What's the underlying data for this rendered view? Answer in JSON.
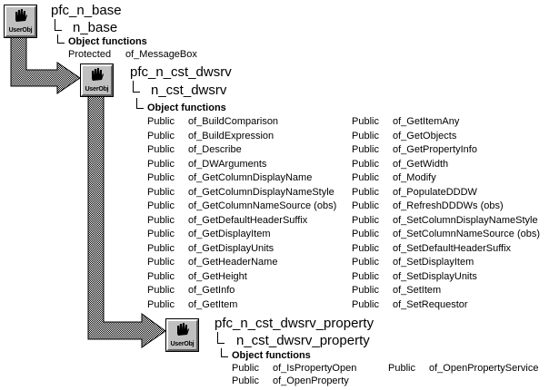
{
  "diagram": {
    "icon_caption": "UserObj",
    "section_header": "Object functions",
    "pattern_color": "#000000",
    "pattern_background": "#ffffff",
    "nodes": [
      {
        "pfc_name": "pfc_n_base",
        "ext_name": "n_base",
        "functions": [
          {
            "scope": "Protected",
            "name": "of_MessageBox"
          }
        ]
      },
      {
        "pfc_name": "pfc_n_cst_dwsrv",
        "ext_name": "n_cst_dwsrv",
        "functions_left": [
          {
            "scope": "Public",
            "name": "of_BuildComparison"
          },
          {
            "scope": "Public",
            "name": "of_BuildExpression"
          },
          {
            "scope": "Public",
            "name": "of_Describe"
          },
          {
            "scope": "Public",
            "name": "of_DWArguments"
          },
          {
            "scope": "Public",
            "name": "of_GetColumnDisplayName"
          },
          {
            "scope": "Public",
            "name": "of_GetColumnDisplayNameStyle"
          },
          {
            "scope": "Public",
            "name": "of_GetColumnNameSource (obs)"
          },
          {
            "scope": "Public",
            "name": "of_GetDefaultHeaderSuffix"
          },
          {
            "scope": "Public",
            "name": "of_GetDisplayItem"
          },
          {
            "scope": "Public",
            "name": "of_GetDisplayUnits"
          },
          {
            "scope": "Public",
            "name": "of_GetHeaderName"
          },
          {
            "scope": "Public",
            "name": "of_GetHeight"
          },
          {
            "scope": "Public",
            "name": "of_GetInfo"
          },
          {
            "scope": "Public",
            "name": "of_GetItem"
          }
        ],
        "functions_right": [
          {
            "scope": "Public",
            "name": "of_GetItemAny"
          },
          {
            "scope": "Public",
            "name": "of_GetObjects"
          },
          {
            "scope": "Public",
            "name": "of_GetPropertyInfo"
          },
          {
            "scope": "Public",
            "name": "of_GetWidth"
          },
          {
            "scope": "Public",
            "name": "of_Modify"
          },
          {
            "scope": "Public",
            "name": "of_PopulateDDDW"
          },
          {
            "scope": "Public",
            "name": "of_RefreshDDDWs (obs)"
          },
          {
            "scope": "Public",
            "name": "of_SetColumnDisplayNameStyle"
          },
          {
            "scope": "Public",
            "name": "of_SetColumnNameSource (obs)"
          },
          {
            "scope": "Public",
            "name": "of_SetDefaultHeaderSuffix"
          },
          {
            "scope": "Public",
            "name": "of_SetDisplayItem"
          },
          {
            "scope": "Public",
            "name": "of_SetDisplayUnits"
          },
          {
            "scope": "Public",
            "name": "of_SetItem"
          },
          {
            "scope": "Public",
            "name": "of_SetRequestor"
          }
        ]
      },
      {
        "pfc_name": "pfc_n_cst_dwsrv_property",
        "ext_name": "n_cst_dwsrv_property",
        "functions_left": [
          {
            "scope": "Public",
            "name": "of_IsPropertyOpen"
          },
          {
            "scope": "Public",
            "name": "of_OpenProperty"
          }
        ],
        "functions_right": [
          {
            "scope": "Public",
            "name": "of_OpenPropertyService"
          }
        ]
      }
    ]
  }
}
